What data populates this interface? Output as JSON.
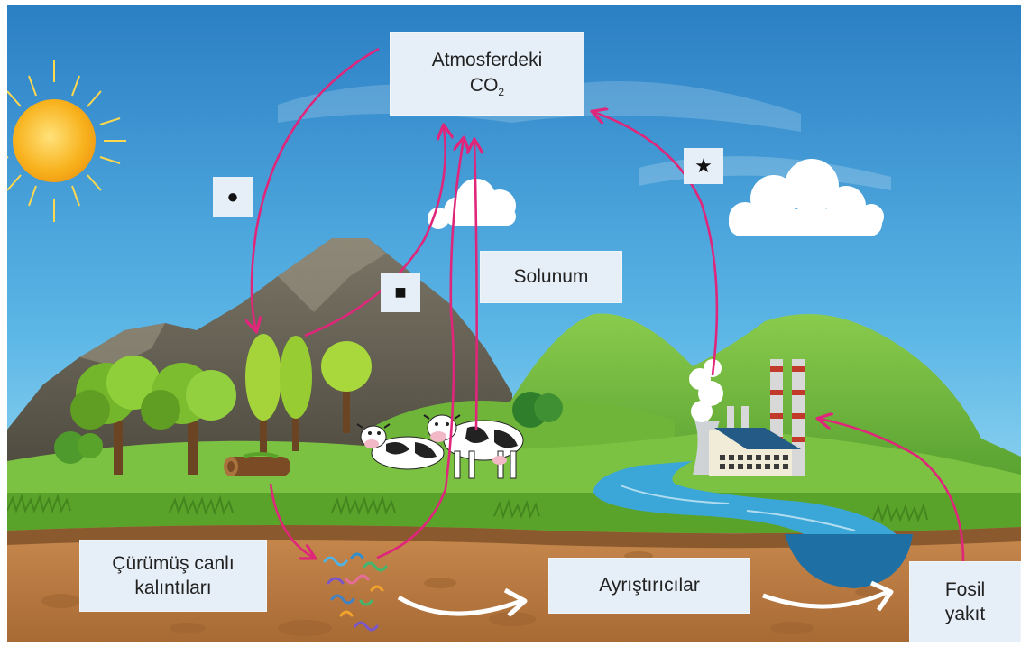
{
  "labels": {
    "atmosphere_line1": "Atmosferdeki",
    "atmosphere_line2": "CO",
    "atmosphere_subscript": "2",
    "respiration": "Solunum",
    "dead_remains_line1": "Çürümüş canlı",
    "dead_remains_line2": "kalıntıları",
    "decomposers": "Ayrıştırıcılar",
    "fossil_line1": "Fosil",
    "fossil_line2": "yakıt"
  },
  "markers": {
    "dot": "●",
    "square": "■",
    "star": "★"
  },
  "colors": {
    "arrow": "#e0267a",
    "label_bg": "#e6eef7",
    "sky_top": "#2f86c9",
    "sky_bottom": "#8fd3ef",
    "grass": "#7cc242",
    "soil": "#b5773f",
    "water": "#3ba7d8"
  }
}
